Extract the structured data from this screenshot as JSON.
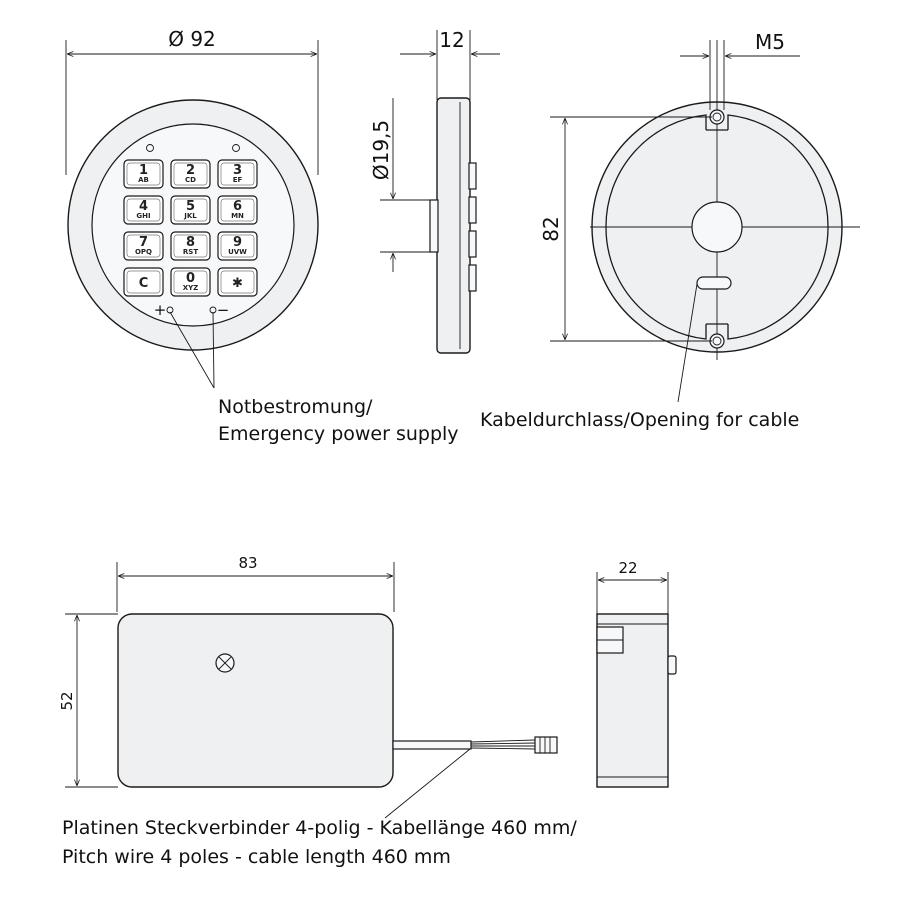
{
  "keypad_front": {
    "diameter_label": "Ø 92",
    "keys": [
      {
        "num": "1",
        "letters": "AB"
      },
      {
        "num": "2",
        "letters": "CD"
      },
      {
        "num": "3",
        "letters": "EF"
      },
      {
        "num": "4",
        "letters": "GHI"
      },
      {
        "num": "5",
        "letters": "JKL"
      },
      {
        "num": "6",
        "letters": "MN"
      },
      {
        "num": "7",
        "letters": "OPQ"
      },
      {
        "num": "8",
        "letters": "RST"
      },
      {
        "num": "9",
        "letters": "UVW"
      },
      {
        "num": "C",
        "letters": ""
      },
      {
        "num": "0",
        "letters": "XYZ"
      },
      {
        "num": "✱",
        "letters": ""
      }
    ],
    "plus_mark": "+",
    "minus_mark": "−",
    "note_line1": "Notbestromung/",
    "note_line2": "Emergency power supply"
  },
  "keypad_side": {
    "thickness_label": "12",
    "stem_diameter_label": "Ø19,5"
  },
  "keypad_back": {
    "thread_label": "M5",
    "hole_spacing_label": "82",
    "cable_note": "Kabeldurchlass/Opening for cable"
  },
  "board_top": {
    "width_label": "83",
    "height_label": "52",
    "note_line1": "Platinen Steckverbinder 4-polig - Kabellänge 460 mm/",
    "note_line2": "Pitch wire 4 poles - cable length 460 mm"
  },
  "board_side": {
    "depth_label": "22"
  }
}
